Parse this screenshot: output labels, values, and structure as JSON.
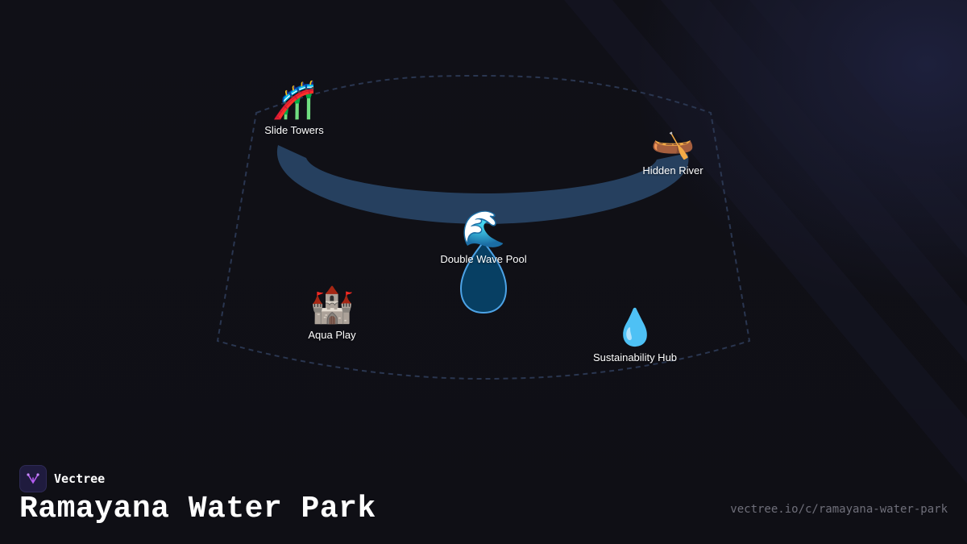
{
  "brand": {
    "name": "Vectree",
    "logo_icon": "vectree-logo-icon"
  },
  "title": "Ramayana Water Park",
  "url": "vectree.io/c/ramayana-water-park",
  "colors": {
    "background": "#101016",
    "boundary": "#2a3650",
    "river": "#26405f",
    "pool_fill": "#073f63",
    "pool_stroke": "#4da3e6",
    "accent": "#b45cf0"
  },
  "pois": [
    {
      "name": "Slide Towers",
      "icon": "🎢",
      "icon_name": "roller-coaster-icon"
    },
    {
      "name": "Hidden River",
      "icon": "🛶",
      "icon_name": "canoe-icon"
    },
    {
      "name": "Double Wave Pool",
      "icon": "🌊",
      "icon_name": "wave-icon"
    },
    {
      "name": "Aqua Play",
      "icon": "🏰",
      "icon_name": "castle-icon"
    },
    {
      "name": "Sustainability Hub",
      "icon": "💧",
      "icon_name": "droplet-icon"
    }
  ]
}
